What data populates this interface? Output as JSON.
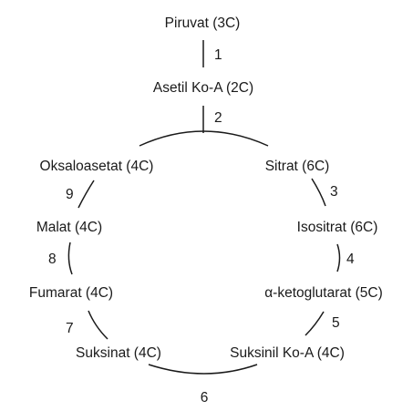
{
  "diagram": {
    "nodes": {
      "piruvat": "Piruvat (3C)",
      "asetil_koa": "Asetil Ko-A (2C)",
      "oksaloasetat": "Oksaloasetat (4C)",
      "sitrat": "Sitrat (6C)",
      "isositrat": "Isositrat (6C)",
      "ketoglutarat": "α-ketoglutarat (5C)",
      "suksinil_koa": "Suksinil Ko-A (4C)",
      "suksinat": "Suksinat (4C)",
      "fumarat": "Fumarat (4C)",
      "malat": "Malat (4C)"
    },
    "steps": {
      "s1": "1",
      "s2": "2",
      "s3": "3",
      "s4": "4",
      "s5": "5",
      "s6": "6",
      "s7": "7",
      "s8": "8",
      "s9": "9"
    },
    "colors": {
      "text": "#1a1a1a",
      "line": "#1a1a1a",
      "background": "#ffffff"
    }
  }
}
